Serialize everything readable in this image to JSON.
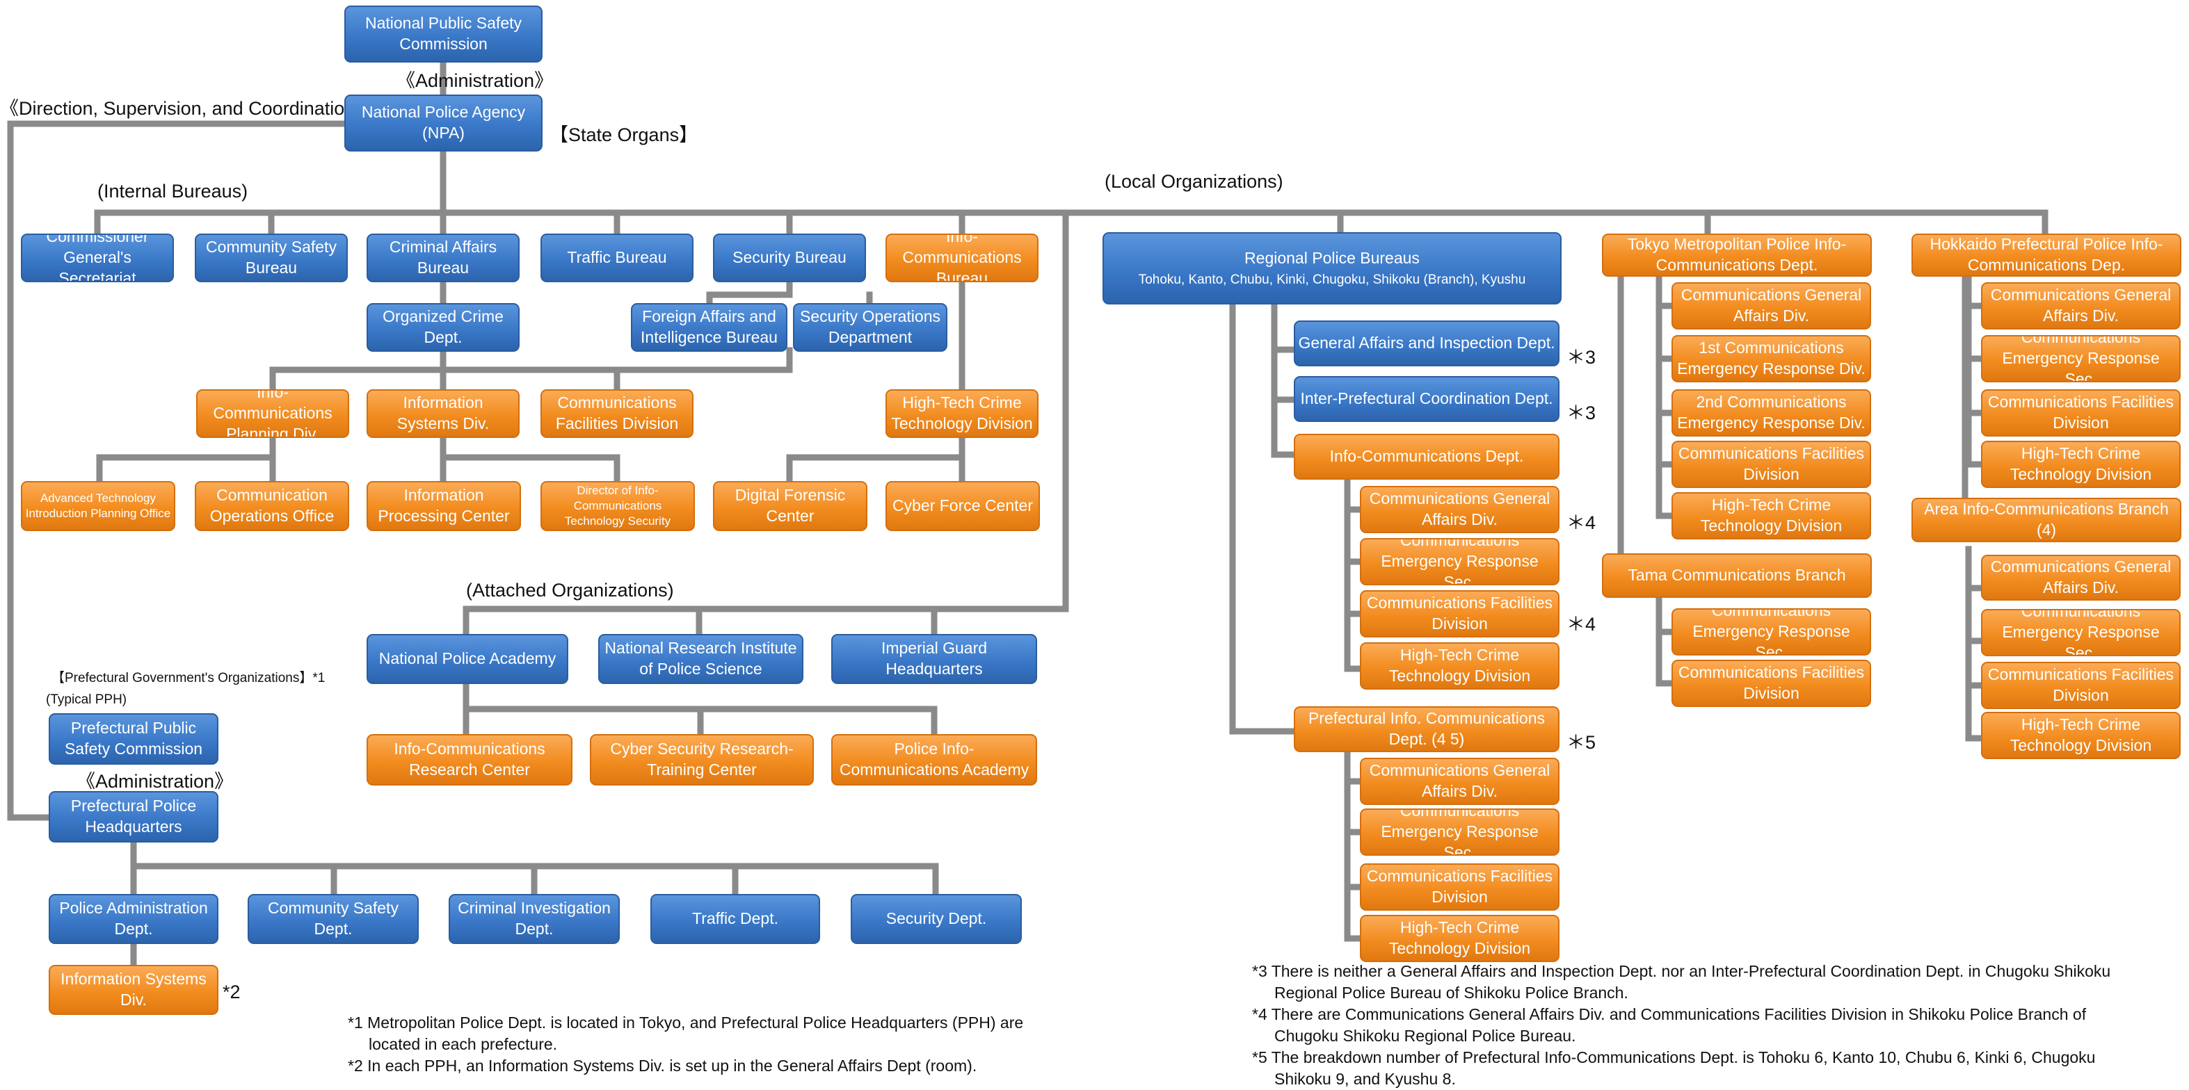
{
  "nodes": {
    "npsc": "National Public Safety Commission",
    "npa": "National Police Agency (NPA)",
    "commissioner": "Commissioner General's Secretariat",
    "community_safety_bureau": "Community Safety Bureau",
    "criminal_affairs_bureau": "Criminal Affairs Bureau",
    "traffic_bureau": "Traffic Bureau",
    "security_bureau": "Security Bureau",
    "info_comm_bureau": "Info-Communications Bureau",
    "organized_crime": "Organized Crime Dept.",
    "foreign_affairs": "Foreign Affairs and Intelligence Bureau",
    "security_operations": "Security Operations Department",
    "ic_planning": "Info-Communications Planning Div.",
    "info_systems_div": "Information Systems Div.",
    "comm_facilities_div": "Communications Facilities Division",
    "hightech_div": "High-Tech Crime Technology Division",
    "adv_tech": "Advanced Technology Introduction Planning Office",
    "comm_ops": "Communication Operations Office",
    "info_processing": "Information Processing Center",
    "director_ic_security": "Director of Info-Communications Technology Security",
    "digital_forensic": "Digital Forensic Center",
    "cyber_force": "Cyber Force Center",
    "police_academy": "National Police Academy",
    "nrips": "National Research Institute of Police Science",
    "imperial_guard": "Imperial Guard Headquarters",
    "ic_research": "Info-Communications Research Center",
    "cyber_security_training": "Cyber Security Research-Training Center",
    "police_ic_academy": "Police Info-Communications Academy",
    "ppsc": "Prefectural Public Safety Commission",
    "pph": "Prefectural Police Headquarters",
    "police_admin": "Police Administration Dept.",
    "community_safety_dept": "Community Safety Dept.",
    "criminal_investigation": "Criminal Investigation Dept.",
    "traffic_dept": "Traffic Dept.",
    "security_dept": "Security Dept.",
    "pph_info_systems": "Information Systems Div.",
    "regional_title": "Regional Police Bureaus",
    "regional_sub": "Tohoku, Kanto, Chubu, Kinki, Chugoku, Shikoku (Branch), Kyushu",
    "general_affairs_inspection": "General Affairs and Inspection Dept.",
    "inter_prefectural": "Inter-Prefectural Coordination Dept.",
    "regional_ic_dept": "Info-Communications Dept.",
    "r_comm_general": "Communications General Affairs Div.",
    "r_comm_emergency": "Communications Emergency Response Sec.",
    "r_comm_facilities": "Communications Facilities Division",
    "r_hightech": "High-Tech Crime Technology Division",
    "pref_ic_dept": "Prefectural Info. Communications Dept. (4 5)",
    "p_comm_general": "Communications General Affairs Div.",
    "p_comm_emergency": "Communications Emergency Response Sec.",
    "p_comm_facilities": "Communications Facilities Division",
    "p_hightech": "High-Tech Crime Technology Division",
    "tokyo_ic": "Tokyo Metropolitan Police Info-Communications Dept.",
    "t_comm_general": "Communications General Affairs Div.",
    "t_first": "1st Communications Emergency Response Div.",
    "t_second": "2nd Communications Emergency Response Div.",
    "t_facilities": "Communications Facilities Division",
    "t_hightech": "High-Tech Crime Technology Division",
    "tama": "Tama Communications Branch",
    "tama_emergency": "Communications Emergency Response Sec.",
    "tama_facilities": "Communications Facilities Division",
    "hokkaido_ic": "Hokkaido Prefectural Police Info-Communications Dep.",
    "h_comm_general": "Communications General Affairs Div.",
    "h_comm_emergency": "Communications Emergency Response Sec.",
    "h_facilities": "Communications Facilities Division",
    "h_hightech": "High-Tech Crime Technology Division",
    "area_branch": "Area Info-Communications Branch (4)",
    "a_comm_general": "Communications General Affairs Div.",
    "a_comm_emergency": "Communications Emergency Response Sec.",
    "a_facilities": "Communications Facilities Division",
    "a_hightech": "High-Tech Crime Technology Division"
  },
  "labels": {
    "administration_top": "《Administration》",
    "direction": "《Direction, Supervision, and Coordination》",
    "state_organs": "【State Organs】",
    "internal_bureaus": "(Internal Bureaus)",
    "local_organizations": "(Local Organizations)",
    "attached_organizations": "(Attached Organizations)",
    "prefectural_gov": "【Prefectural Government's Organizations】*1",
    "typical_pph": "(Typical PPH)",
    "administration_pref": "《Administration》",
    "mark_2": "*2",
    "mark_3a": "＊3",
    "mark_3b": "＊3",
    "mark_4a": "＊4",
    "mark_4b": "＊4",
    "mark_5": "＊5"
  },
  "notes": {
    "n1_a": "*1 Metropolitan Police Dept. is located in Tokyo, and Prefectural Police Headquarters (PPH) are",
    "n1_b": "located in each prefecture.",
    "n2": "*2 In each PPH, an Information Systems Div. is set up in the General Affairs Dept (room).",
    "n3_a": "*3 There is neither a General Affairs and Inspection Dept. nor an Inter-Prefectural Coordination Dept. in Chugoku Shikoku",
    "n3_b": "Regional Police Bureau of Shikoku Police Branch.",
    "n4_a": "*4 There are Communications General Affairs Div. and Communications Facilities Division in Shikoku Police Branch of",
    "n4_b": "Chugoku Shikoku Regional Police Bureau.",
    "n5_a": "*5 The breakdown number of Prefectural Info-Communications Dept. is Tohoku 6, Kanto 10, Chubu 6, Kinki 6, Chugoku",
    "n5_b": "Shikoku 9, and Kyushu 8."
  },
  "colors": {
    "blue_box": "#3a78c8",
    "orange_box": "#f28c1f",
    "connector": "#8a8a8a"
  }
}
